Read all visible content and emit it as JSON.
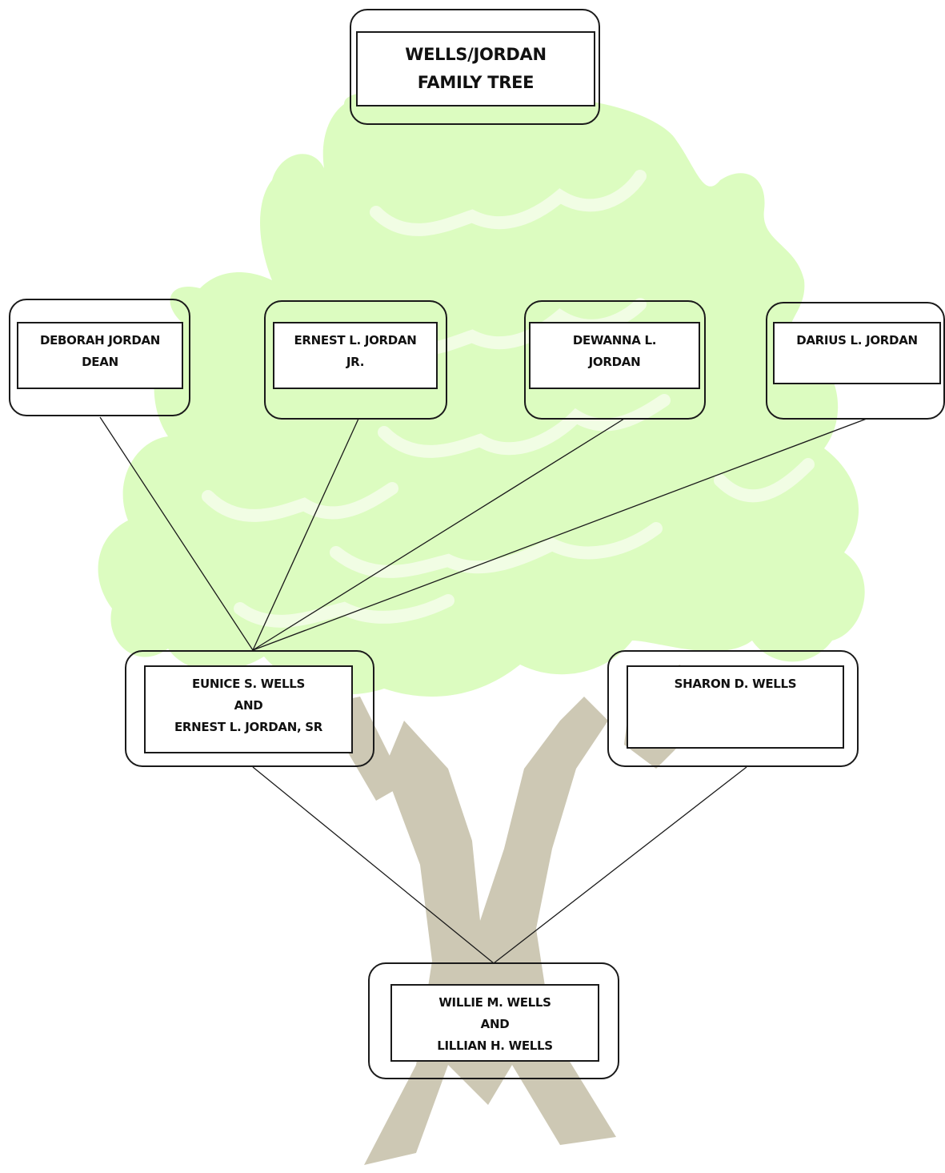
{
  "title": {
    "lines": [
      "WELLS/JORDAN",
      "FAMILY TREE"
    ]
  },
  "children": [
    {
      "lines": [
        "DEBORAH JORDAN",
        "DEAN"
      ]
    },
    {
      "lines": [
        "ERNEST L. JORDAN",
        "JR."
      ]
    },
    {
      "lines": [
        "DEWANNA L.",
        "JORDAN"
      ]
    },
    {
      "lines": [
        "DARIUS L. JORDAN"
      ]
    }
  ],
  "parents": [
    {
      "lines": [
        "EUNICE S. WELLS",
        "AND",
        "ERNEST L. JORDAN, SR"
      ]
    },
    {
      "lines": [
        "SHARON D. WELLS"
      ]
    }
  ],
  "grandparents": {
    "lines": [
      "WILLIE M. WELLS",
      "AND",
      "LILLIAN H. WELLS"
    ]
  },
  "colors": {
    "foliage": "#dcfcc0",
    "foliage_highlight": "#f1fde4",
    "trunk": "#cdc8b4",
    "box_border": "#1a1a1a",
    "text": "#111111"
  }
}
